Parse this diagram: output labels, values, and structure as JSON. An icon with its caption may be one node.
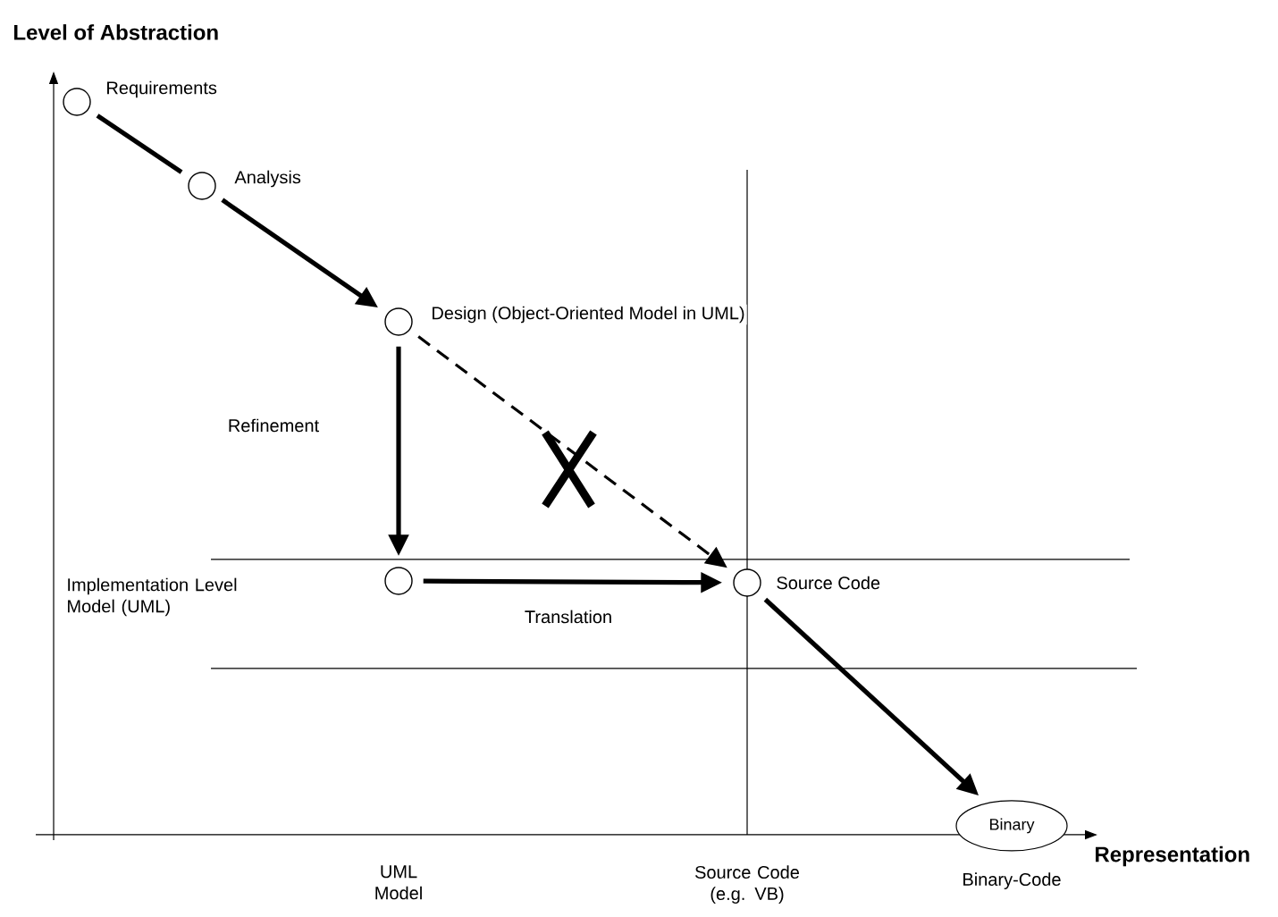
{
  "diagram": {
    "nodes": [
      {
        "text": [],
        "shape": "circle",
        "beside": [
          "Requirements"
        ]
      },
      {
        "text": [],
        "shape": "circle",
        "beside": [
          "Analysis"
        ]
      },
      {
        "text": [],
        "shape": "circle",
        "beside": [
          "Design (Object-Oriented Model in UML)"
        ]
      },
      {
        "text": [],
        "shape": "circle"
      },
      {
        "text": [],
        "shape": "circle",
        "beside": [
          "Source Code"
        ]
      },
      {
        "text": [
          "Binary"
        ],
        "beside": [
          "Binary-Code"
        ]
      }
    ],
    "edges": [
      {
        "from": 0,
        "to": 1,
        "arrow": "none"
      },
      {
        "from": 1,
        "to": 2,
        "arrow": "to"
      },
      {
        "from": 2,
        "to": 3,
        "arrow": "to",
        "label": "Refinement"
      },
      {
        "from": 2,
        "to": 4,
        "arrow": "to",
        "style": "dashed"
      },
      {
        "from": 3,
        "to": 4,
        "arrow": "to",
        "label": "Translation"
      },
      {
        "from": 4,
        "to": 5,
        "arrow": "to"
      }
    ],
    "labels": [
      "Level of Abstraction",
      "Implementation Level Model (UML)",
      "Representation",
      "UML Model",
      "Source Code (e.g. VB)"
    ]
  }
}
